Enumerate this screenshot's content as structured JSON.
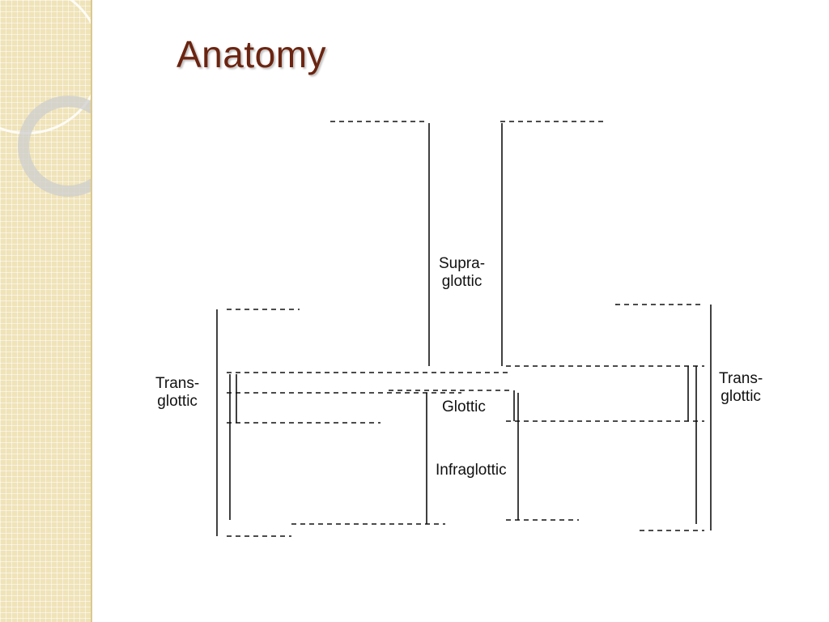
{
  "title": "Anatomy",
  "diagram": {
    "labels": {
      "left_transglottic": "Trans-\nglottic",
      "supraglottic": "Supra-\nglottic",
      "glottic": "Glottic",
      "infraglottic": "Infraglottic",
      "right_transglottic": "Trans-\nglottic"
    }
  }
}
